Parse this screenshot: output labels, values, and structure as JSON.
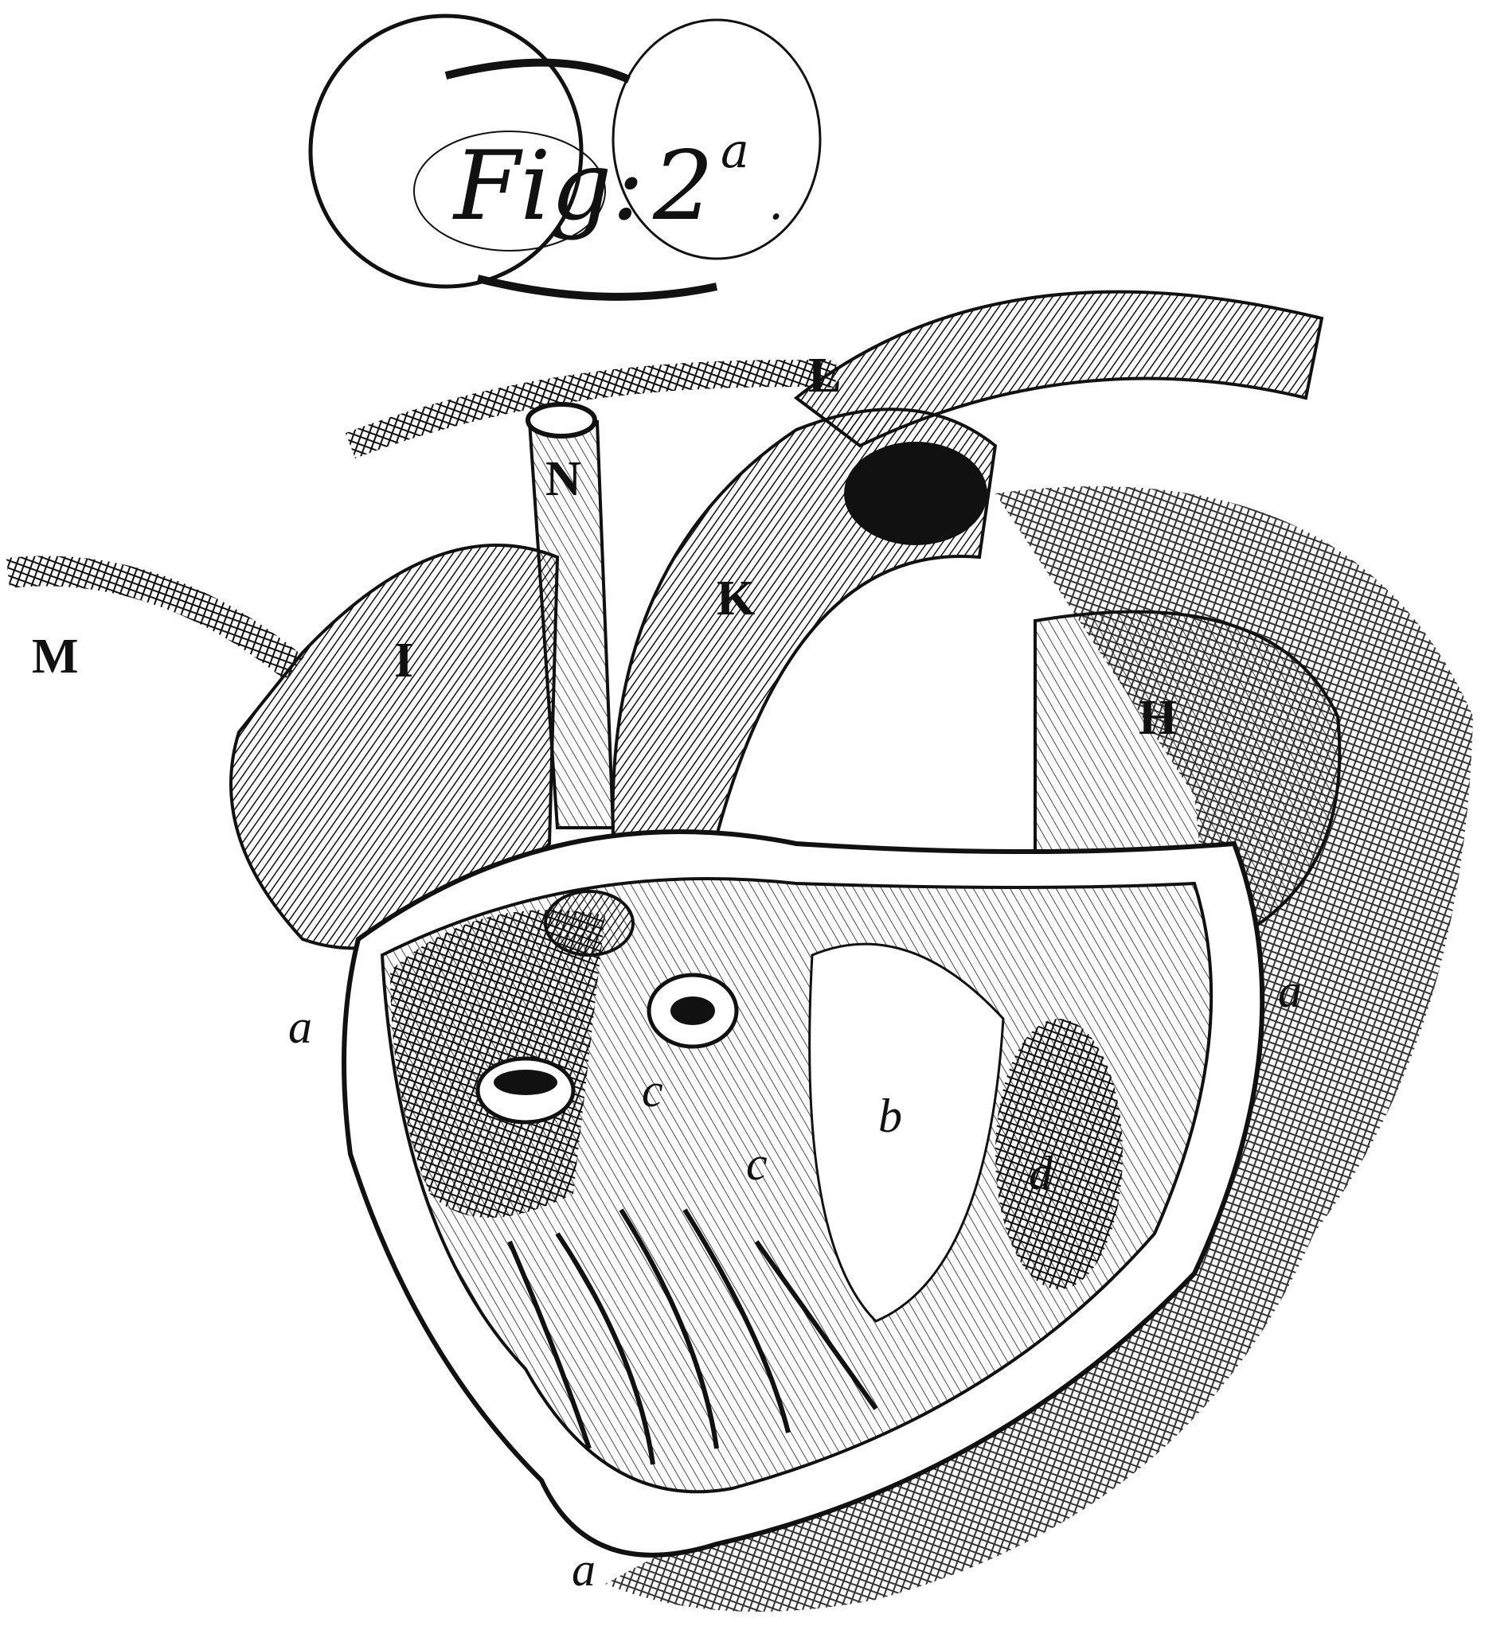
{
  "figure": {
    "title": "Fig:",
    "number": "2",
    "superscript": "a",
    "period": "."
  },
  "labels": {
    "L": "L",
    "N": "N",
    "K": "K",
    "M": "M",
    "I": "I",
    "H": "H",
    "a_left": "a",
    "a_right": "a",
    "a_bottom": "a",
    "b": "b",
    "c_upper": "c",
    "c_lower": "c",
    "d": "d"
  },
  "colors": {
    "ink": "#111111",
    "paper": "#ffffff"
  }
}
